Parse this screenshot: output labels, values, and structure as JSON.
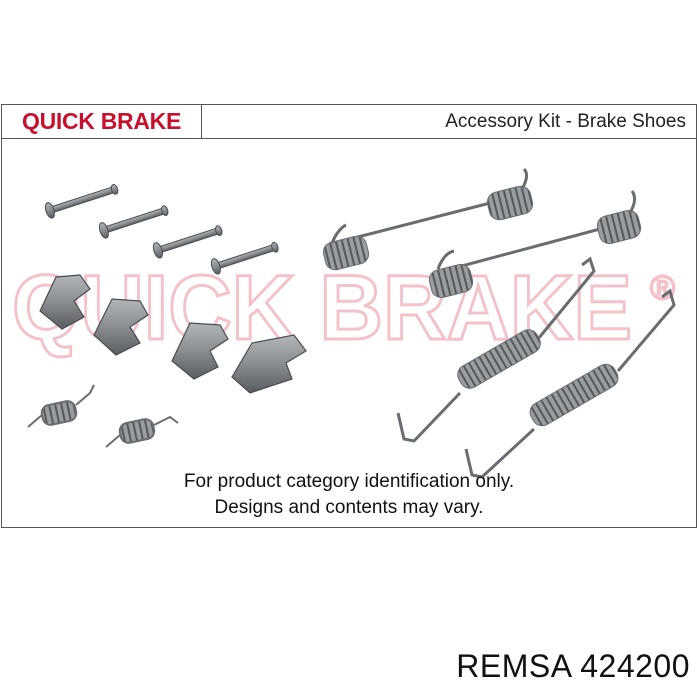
{
  "header": {
    "brand": "QUICK BRAKE",
    "kit_title": "Accessory Kit - Brake Shoes"
  },
  "watermark": {
    "text": "QUICK BRAKE",
    "symbol": "®",
    "color": "#f2b8c0"
  },
  "disclaimer": {
    "line1": "For product category identification only.",
    "line2": "Designs and contents may vary."
  },
  "footer": {
    "code": "REMSA 424200"
  },
  "colors": {
    "brand_red": "#c8102e",
    "part_gray": "#8a8d90",
    "part_dark": "#5a5d60"
  }
}
